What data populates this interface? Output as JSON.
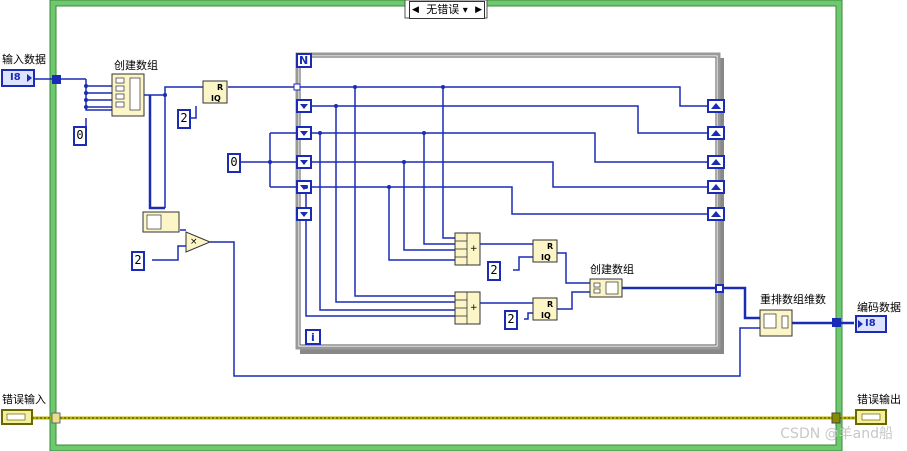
{
  "case_structure": {
    "selector_label": "无错误",
    "left_arrow": "◀",
    "right_arrow": "▶",
    "dropdown_arrow": "▾"
  },
  "labels": {
    "input_data": "输入数据",
    "build_array_1": "创建数组",
    "build_array_2": "创建数组",
    "reshape_array": "重排数组维数",
    "encoded_data": "编码数据",
    "error_in": "错误输入",
    "error_out": "错误输出"
  },
  "terminals": {
    "input_type": "I8",
    "output_type": "I8"
  },
  "constants": {
    "c_zero_left": "0",
    "c_two_top": "2",
    "c_zero_mid": "0",
    "c_two_mult": "2",
    "c_two_q1": "2",
    "c_two_q2": "2"
  },
  "loop": {
    "count_terminal": "N",
    "iteration_terminal": "i"
  },
  "node_text": {
    "quotient_r": "R",
    "quotient_iq": "IQ",
    "multiply": "×",
    "add": "+"
  },
  "watermark": "CSDN @羊and船",
  "colors": {
    "frame_green": "#6ec96e",
    "wire_blue": "#1a2bb5",
    "error_wire": "#b8b000",
    "node_fill": "#fbf5c8"
  }
}
